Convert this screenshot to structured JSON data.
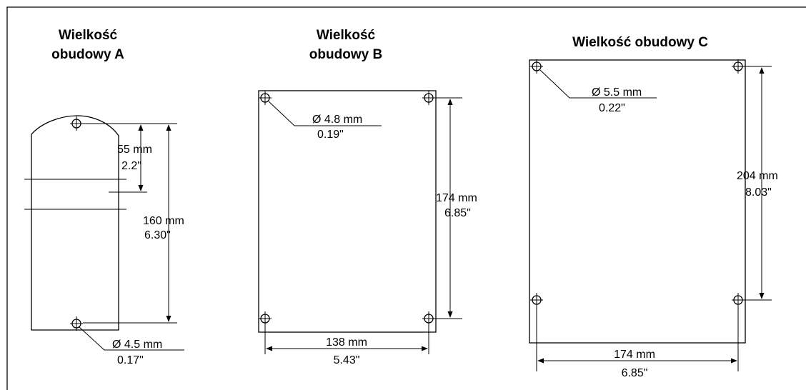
{
  "enclosure_a": {
    "title_line1": "Wielkość",
    "title_line2": "obudowy A",
    "dim_55_mm": "55 mm",
    "dim_55_in": "2.2\"",
    "dim_160_mm": "160 mm",
    "dim_160_in": "6.30\"",
    "hole_mm": "Ø 4.5 mm",
    "hole_in": "0.17\""
  },
  "enclosure_b": {
    "title_line1": "Wielkość",
    "title_line2": "obudowy B",
    "hole_mm": "Ø 4.8 mm",
    "hole_in": "0.19\"",
    "height_mm": "174 mm",
    "height_in": "6.85\"",
    "width_mm": "138 mm",
    "width_in": "5.43\""
  },
  "enclosure_c": {
    "title": "Wielkość obudowy C",
    "hole_mm": "Ø 5.5 mm",
    "hole_in": "0.22\"",
    "height_mm": "204 mm",
    "height_in": "8.03\"",
    "width_mm": "174 mm",
    "width_in": "6.85\""
  }
}
